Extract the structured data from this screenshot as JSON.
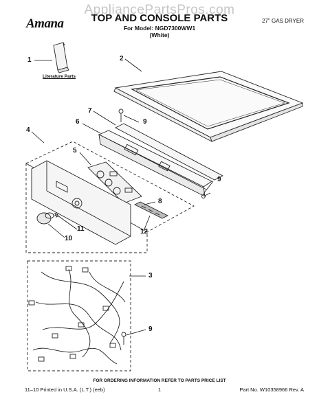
{
  "watermark": "AppliancePartsPros.com",
  "header": {
    "brand": "Amana",
    "title": "TOP AND CONSOLE PARTS",
    "model_line": "For Model: NGD7300WW1",
    "color_line": "(White)",
    "product_type": "27\" GAS DRYER"
  },
  "literature_label": "Literature Parts",
  "callouts": [
    "1",
    "2",
    "3",
    "4",
    "5",
    "6",
    "7",
    "8",
    "9",
    "9",
    "9",
    "10",
    "11",
    "12"
  ],
  "footer": {
    "ordering_note": "FOR ORDERING INFORMATION REFER TO PARTS PRICE LIST",
    "printed": "11–10 Printed in U.S.A. (L.T.) (eeb)",
    "page": "1",
    "part_no": "Part No. W10358966 Rev. A"
  }
}
